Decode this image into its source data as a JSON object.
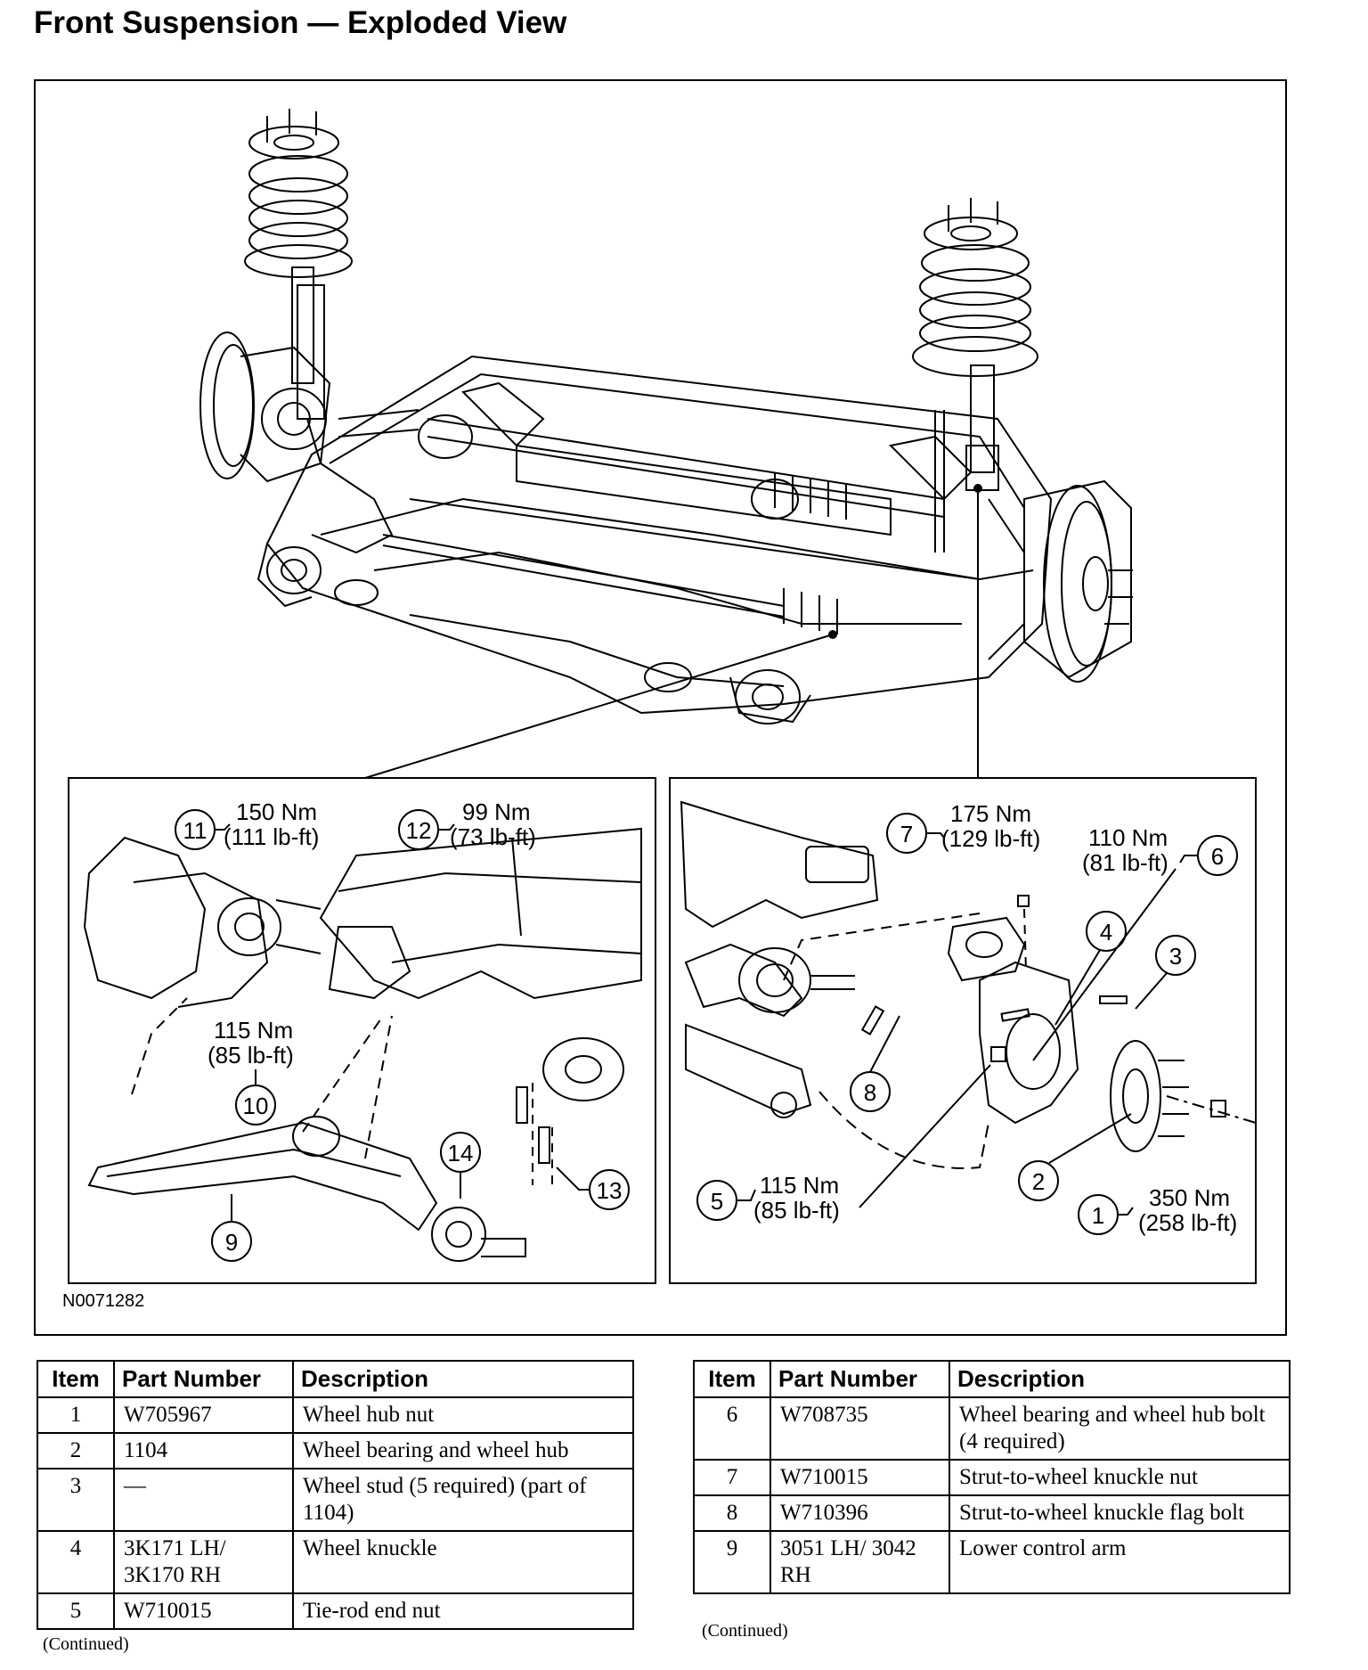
{
  "page_title": "Front Suspension — Exploded View",
  "figure": {
    "id": "N0071282",
    "callouts": [
      {
        "num": "1",
        "label1": "350 Nm",
        "label2": "(258 lb-ft)"
      },
      {
        "num": "2"
      },
      {
        "num": "3"
      },
      {
        "num": "4"
      },
      {
        "num": "5",
        "label1": "115 Nm",
        "label2": "(85 lb-ft)"
      },
      {
        "num": "6",
        "label1": "110 Nm",
        "label2": "(81 lb-ft)"
      },
      {
        "num": "7",
        "label1": "175 Nm",
        "label2": "(129 lb-ft)"
      },
      {
        "num": "8"
      },
      {
        "num": "9"
      },
      {
        "num": "10",
        "label1": "115 Nm",
        "label2": "(85 lb-ft)"
      },
      {
        "num": "11",
        "label1": "150 Nm",
        "label2": "(111 lb-ft)"
      },
      {
        "num": "12",
        "label1": "99 Nm",
        "label2": "(73 lb-ft)"
      },
      {
        "num": "13"
      },
      {
        "num": "14"
      }
    ]
  },
  "table_headers": {
    "item": "Item",
    "part_number": "Part Number",
    "description": "Description"
  },
  "table_left": [
    {
      "item": "1",
      "part": "W705967",
      "desc": "Wheel hub nut"
    },
    {
      "item": "2",
      "part": "1104",
      "desc": "Wheel bearing and wheel hub"
    },
    {
      "item": "3",
      "part": "—",
      "desc": "Wheel stud (5 required) (part of 1104)"
    },
    {
      "item": "4",
      "part": "3K171 LH/ 3K170 RH",
      "desc": "Wheel knuckle"
    },
    {
      "item": "5",
      "part": "W710015",
      "desc": "Tie-rod end nut"
    }
  ],
  "table_right": [
    {
      "item": "6",
      "part": "W708735",
      "desc": "Wheel bearing and wheel hub bolt (4 required)"
    },
    {
      "item": "7",
      "part": "W710015",
      "desc": "Strut-to-wheel knuckle nut"
    },
    {
      "item": "8",
      "part": "W710396",
      "desc": "Strut-to-wheel knuckle flag bolt"
    },
    {
      "item": "9",
      "part": "3051 LH/ 3042 RH",
      "desc": "Lower control arm"
    }
  ],
  "continued_label": "(Continued)"
}
